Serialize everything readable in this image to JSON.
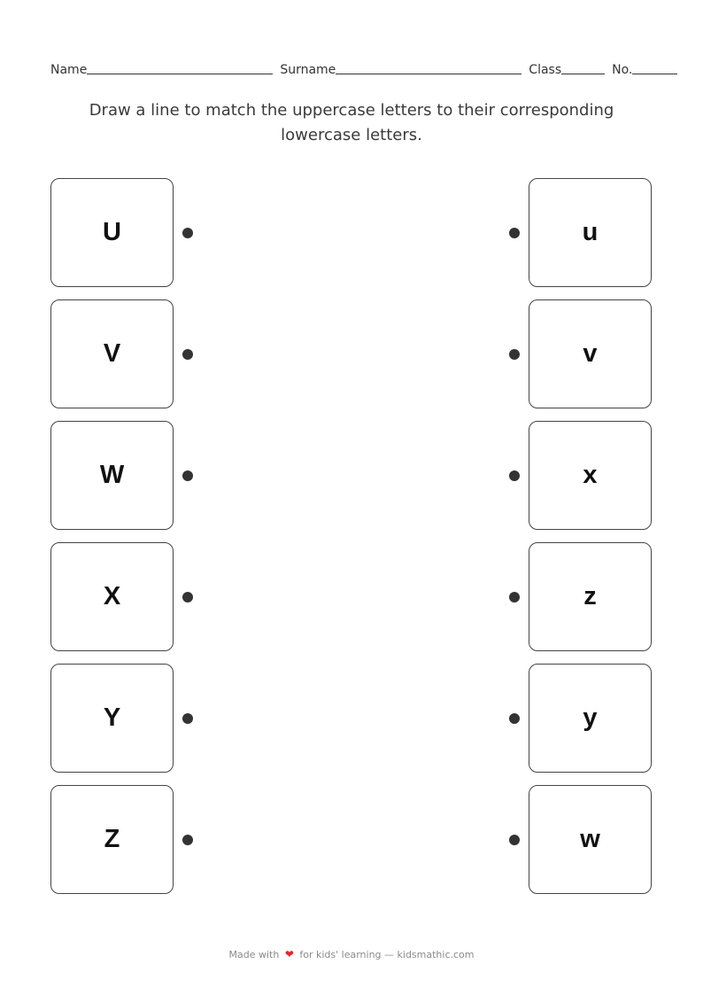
{
  "header": {
    "name_label": "Name",
    "surname_label": "Surname",
    "class_label": "Class",
    "no_label": "No."
  },
  "instructions": {
    "line1": "Draw a line to match the uppercase letters to their corresponding",
    "line2": "lowercase letters."
  },
  "left_column": {
    "items": [
      {
        "letter": "U"
      },
      {
        "letter": "V"
      },
      {
        "letter": "W"
      },
      {
        "letter": "X"
      },
      {
        "letter": "Y"
      },
      {
        "letter": "Z"
      }
    ]
  },
  "right_column": {
    "items": [
      {
        "letter": "u"
      },
      {
        "letter": "v"
      },
      {
        "letter": "x"
      },
      {
        "letter": "z"
      },
      {
        "letter": "y"
      },
      {
        "letter": "w"
      }
    ]
  },
  "footer": {
    "prefix": "Made with",
    "heart_icon": "heart-icon",
    "heart": "❤",
    "suffix": "for kids' learning — kidsmathic.com",
    "heart_color": "#e0262d"
  }
}
